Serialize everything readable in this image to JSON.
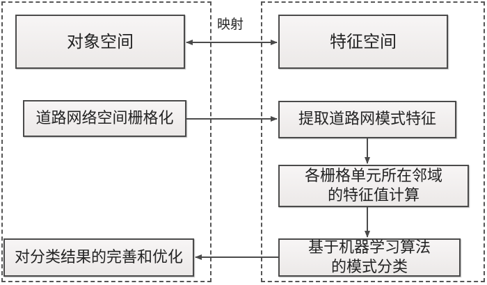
{
  "containers": {
    "left": "object-space-container",
    "right": "feature-space-container"
  },
  "mapping_label": "映射",
  "boxes": {
    "object_space": "对象空间",
    "feature_space": "特征空间",
    "rasterize": "道路网络空间栅格化",
    "extract_features": "提取道路网模式特征",
    "compute_values": "各栅格单元所在邻域\n的特征值计算",
    "classify": "基于机器学习算法\n的模式分类",
    "refine": "对分类结果的完善和优化"
  },
  "colors": {
    "line": "#4a4a4a",
    "box_fill": "#f2f0ef",
    "dash": "#555555"
  }
}
